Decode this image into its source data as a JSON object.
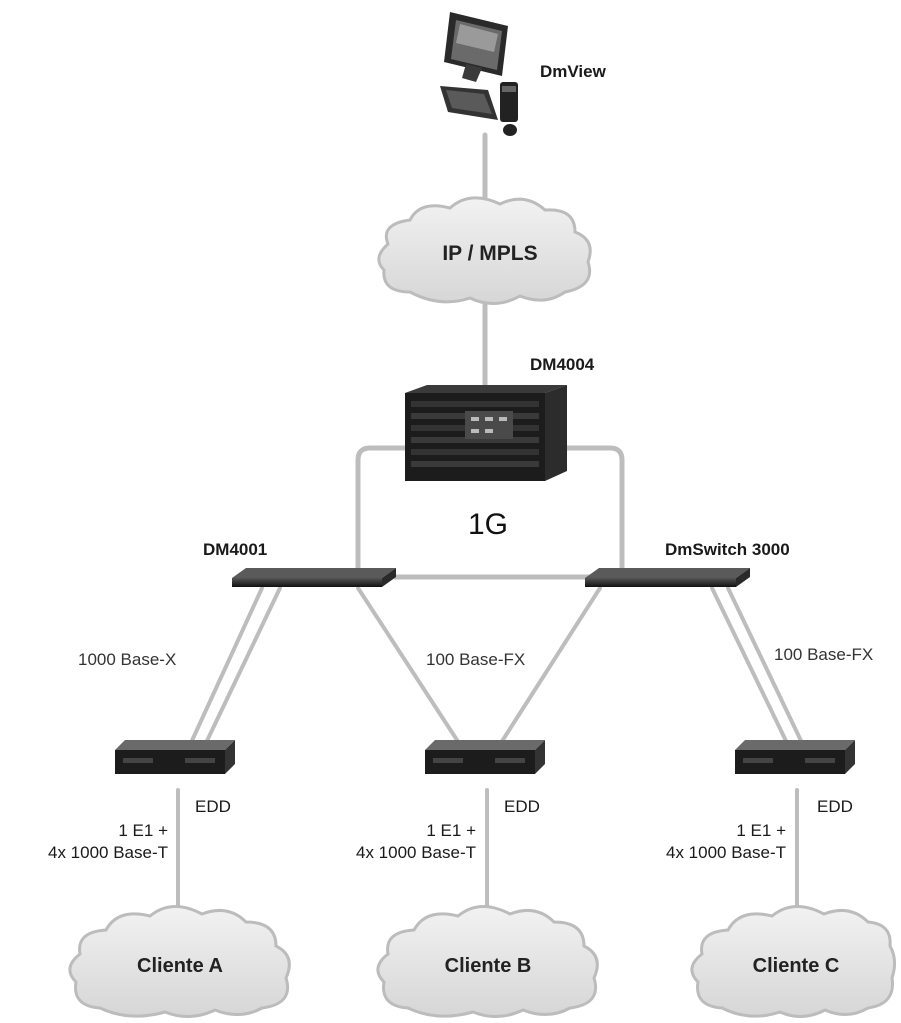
{
  "nodes": {
    "dmview": {
      "label": "DmView",
      "icon": "computer-icon"
    },
    "ip_mpls": {
      "label": "IP / MPLS",
      "icon": "cloud-icon"
    },
    "dm4004": {
      "label": "DM4004",
      "icon": "chassis-icon"
    },
    "dm4001": {
      "label": "DM4001",
      "icon": "switch-icon"
    },
    "dmswitch": {
      "label": "DmSwitch 3000",
      "icon": "switch-icon"
    },
    "edd_a": {
      "label": "EDD",
      "icon": "edd-device-icon"
    },
    "edd_b": {
      "label": "EDD",
      "icon": "edd-device-icon"
    },
    "edd_c": {
      "label": "EDD",
      "icon": "edd-device-icon"
    },
    "cliente_a": {
      "label": "Cliente A",
      "icon": "cloud-icon"
    },
    "cliente_b": {
      "label": "Cliente B",
      "icon": "cloud-icon"
    },
    "cliente_c": {
      "label": "Cliente C",
      "icon": "cloud-icon"
    }
  },
  "links": {
    "ring": "1G",
    "dm4001_edd_a": "1000 Base-X",
    "center_edd_b": "100 Base-FX",
    "dmswitch_edd_c": "100 Base-FX",
    "edd_a_client": {
      "line1": "1 E1 +",
      "line2": "4x 1000 Base-T"
    },
    "edd_b_client": {
      "line1": "1 E1 +",
      "line2": "4x 1000 Base-T"
    },
    "edd_c_client": {
      "line1": "1 E1 +",
      "line2": "4x 1000 Base-T"
    }
  },
  "colors": {
    "line": "#bdbdbd",
    "device": "#1c1c1c",
    "cloud_fill": "#e6e6e6",
    "cloud_stroke": "#bcbcbc"
  }
}
